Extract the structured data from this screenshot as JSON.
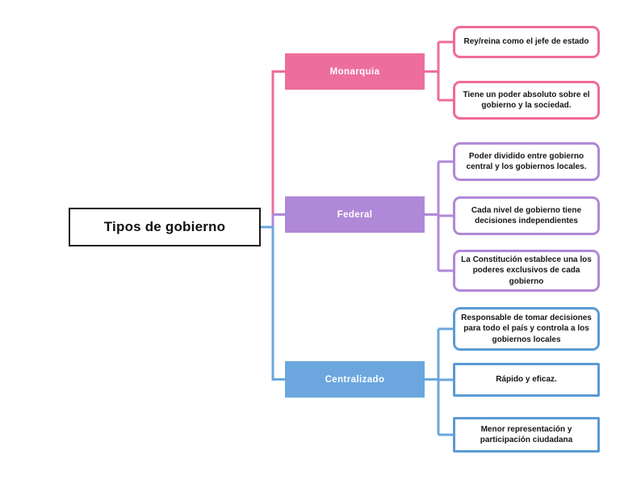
{
  "diagram": {
    "type": "mind-map",
    "title": "Tipos de gobierno",
    "root": {
      "label": "Tipos de gobierno"
    },
    "colors": {
      "root_border": "#1a1a1a",
      "monarquia": "#ED6E9C",
      "federal": "#B088D8",
      "centralizado": "#6BA7DE",
      "monarquia_leaf_border": "#F06A9B",
      "federal_leaf_border": "#B088D8",
      "centralizado_leaf_border": "#5B9BD5",
      "leaf_fill": "#ffffff",
      "background": "#ffffff"
    },
    "branches": [
      {
        "label": "Monarquia",
        "color": "#ED6E9C",
        "leaves": [
          {
            "text": "Rey/reina como el jefe de estado"
          },
          {
            "text": "Tiene un poder absoluto sobre el gobierno y la sociedad."
          }
        ]
      },
      {
        "label": "Federal",
        "color": "#B088D8",
        "leaves": [
          {
            "text": "Poder dividido entre gobierno central y los gobiernos locales."
          },
          {
            "text": "Cada nivel de gobierno tiene decisiones independientes"
          },
          {
            "text": "La Constitución establece una los poderes exclusivos de cada gobierno"
          }
        ]
      },
      {
        "label": "Centralizado",
        "color": "#6BA7DE",
        "leaves": [
          {
            "text": "Responsable de tomar decisiones para todo el país y controla a los gobiernos locales"
          },
          {
            "text": "Rápido y eficaz."
          },
          {
            "text": "Menor representación y participación ciudadana"
          }
        ]
      }
    ]
  }
}
